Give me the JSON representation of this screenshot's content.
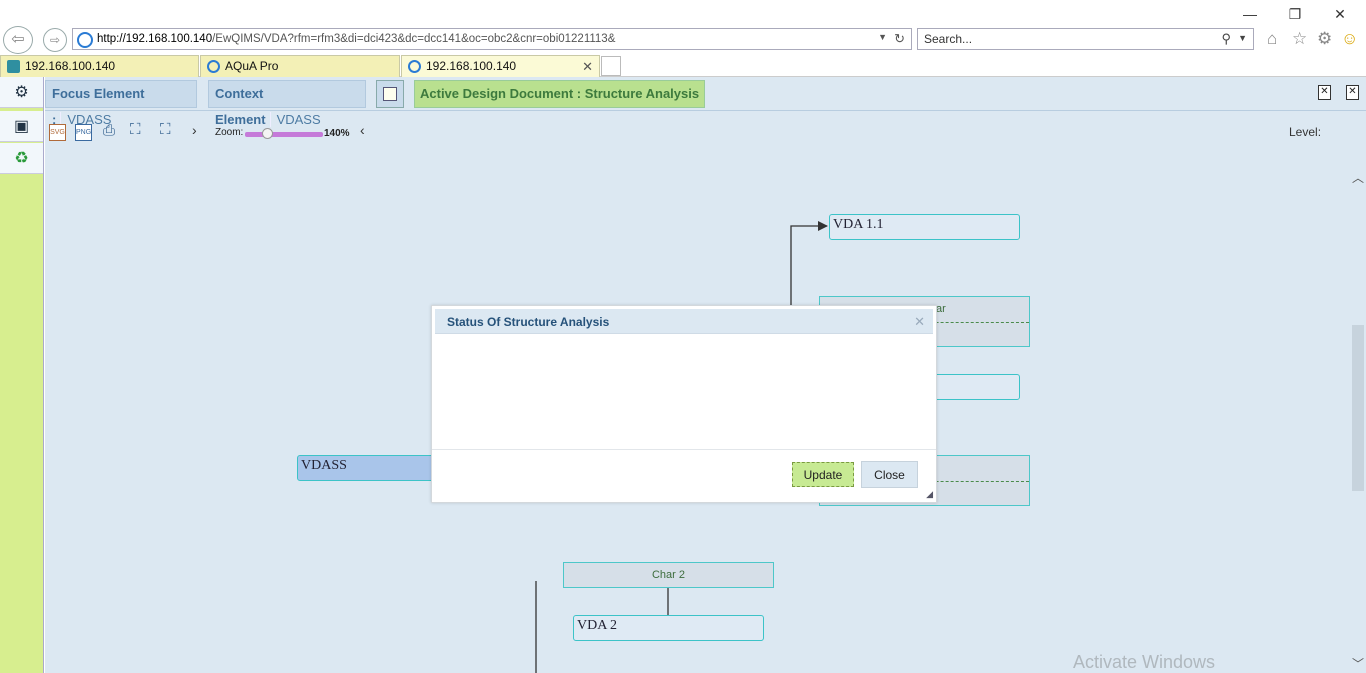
{
  "browser": {
    "address": {
      "host": "http://192.168.100.140",
      "path": "/EwQIMS/VDA?rfm=rfm3&di=dci423&dc=dcc141&oc=obc2&cnr=obi01221113&"
    },
    "search_placeholder": "Search...",
    "tabs": [
      {
        "label": "192.168.100.140",
        "bg": "#f3f0b6"
      },
      {
        "label": "AQuA Pro",
        "bg": "#f3f0b6"
      },
      {
        "label": "192.168.100.140",
        "bg": "#fbfad6",
        "active": true
      }
    ],
    "close_glyph": "✕"
  },
  "header": {
    "focus_label": "Focus Element :",
    "focus_value": "VDASS",
    "context_label": "Context Element",
    "context_value": "VDASS",
    "active_doc": "Active Design Document : Structure Analysis"
  },
  "toolbar": {
    "svg_label": "SVG",
    "png_label": "PNG",
    "zoom_label": "Zoom:",
    "zoom_value": "140%",
    "zoom_fraction": 0.29,
    "level_label": "Level:"
  },
  "diagram": {
    "nodes": {
      "vda11": "VDA 1.1",
      "vdass": "VDASS",
      "vda2": "VDA 2",
      "char2": "Char 2",
      "char_partial": "ar"
    }
  },
  "dialog": {
    "title": "Status Of Structure Analysis",
    "update_label": "Update",
    "close_label": "Close"
  },
  "watermark": "Activate Windows",
  "colors": {
    "sidebar": "#d7ee8f",
    "canvas": "#dce8f2",
    "active_doc": "#b9e08f",
    "node_border": "#3cc3c8"
  }
}
